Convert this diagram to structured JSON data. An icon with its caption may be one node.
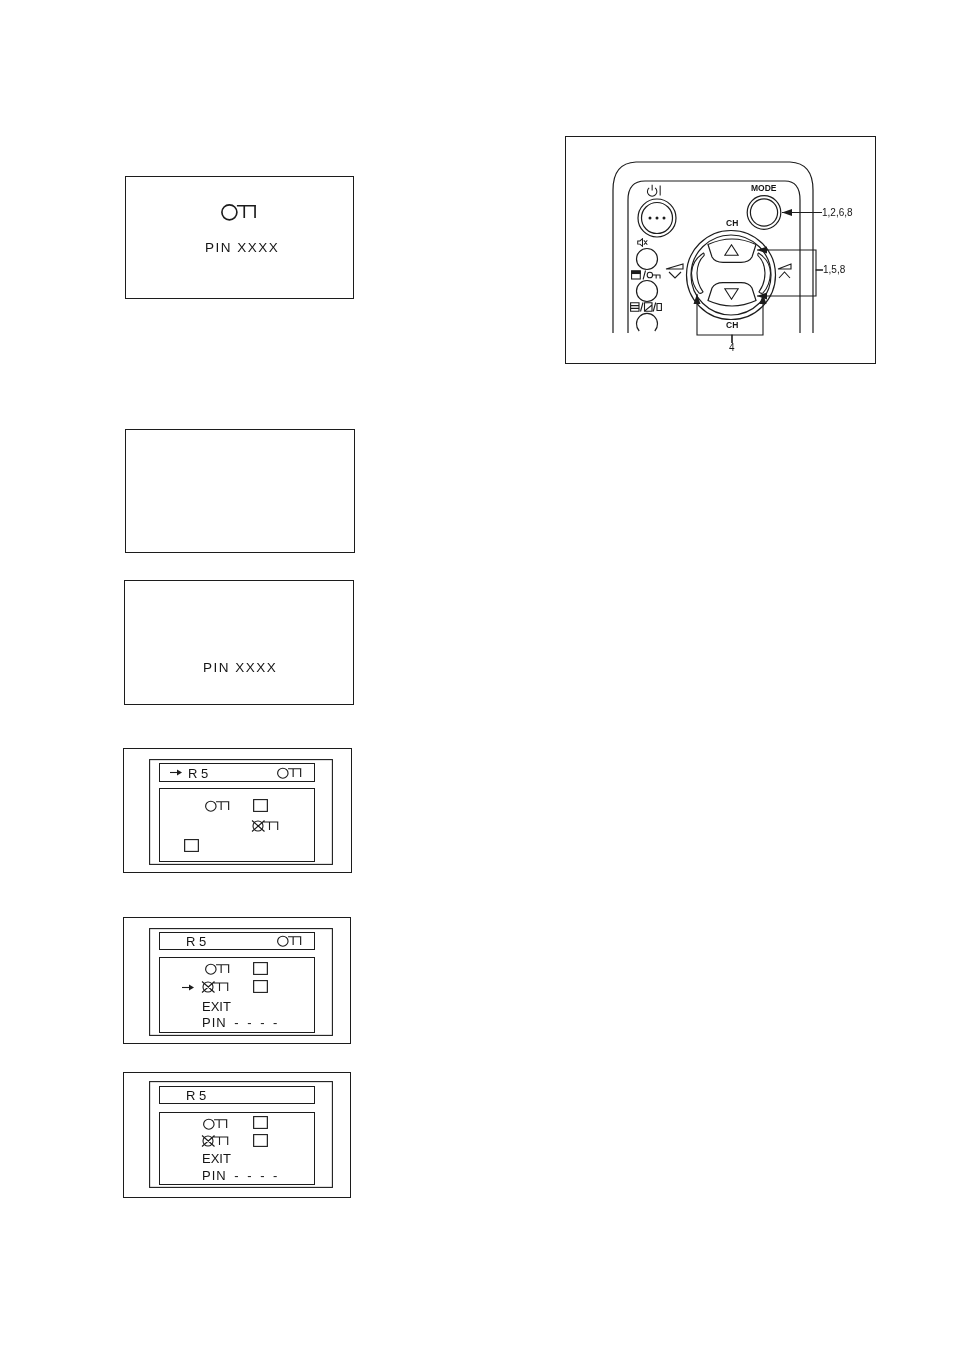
{
  "diagram": {
    "nodes": [
      {
        "text": [
          "PIN XXXX"
        ]
      },
      {
        "text": [],
        "shape": "box"
      },
      {
        "text": [
          "PIN XXXX"
        ]
      },
      {
        "text": [],
        "shape": "box"
      },
      {
        "text": [
          "R 5"
        ],
        "in": 3
      },
      {
        "text": [],
        "shape": "box",
        "in": 3
      },
      {
        "text": [],
        "shape": "box"
      },
      {
        "text": [
          "R 5"
        ],
        "in": 6
      },
      {
        "text": [
          "EXIT",
          "PIN - - - -"
        ],
        "in": 6
      },
      {
        "text": [],
        "shape": "box"
      },
      {
        "text": [
          "R 5"
        ],
        "in": 9
      },
      {
        "text": [
          "EXIT",
          "PIN - - - -"
        ],
        "in": 9
      },
      {
        "text": [],
        "shape": "box"
      },
      {
        "text": [
          "MODE"
        ],
        "in": 12
      },
      {
        "text": [
          "CH"
        ],
        "in": 12
      },
      {
        "text": [
          "CH"
        ],
        "in": 12
      },
      {
        "text": [],
        "shape": "bar",
        "in": 12
      },
      {
        "text": [],
        "shape": "bar",
        "in": 12
      },
      {
        "text": [
          "1,2,6,8"
        ],
        "in": 12
      },
      {
        "text": [
          "1,5,8"
        ],
        "in": 12
      },
      {
        "text": [
          "4"
        ],
        "in": 12
      }
    ],
    "edges": [
      {
        "from": 18,
        "to": 13,
        "arrow": "to"
      },
      {
        "from": 19,
        "to": 14,
        "arrow": "to"
      },
      {
        "from": 19,
        "to": 15,
        "arrow": "to"
      },
      {
        "from": 20,
        "to": 16,
        "arrow": "to"
      },
      {
        "from": 20,
        "to": 17,
        "arrow": "to"
      }
    ]
  }
}
